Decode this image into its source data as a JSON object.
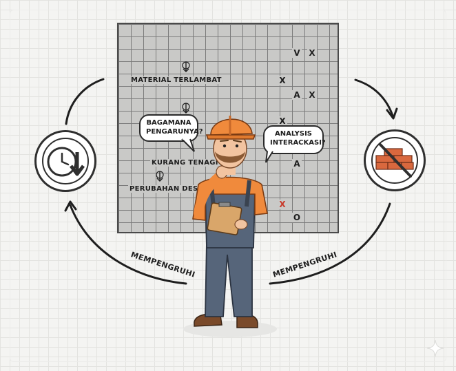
{
  "board": {
    "labels": {
      "material_late": "MATERIAL TERLAMBAT",
      "labor_shortage": "KURANG TENAGI",
      "design_change": "PERUBAHAN DESAIN"
    },
    "marks": [
      {
        "id": "m1",
        "text": "V"
      },
      {
        "id": "m2",
        "text": "X"
      },
      {
        "id": "m3",
        "text": "X"
      },
      {
        "id": "m4",
        "text": "A"
      },
      {
        "id": "m5",
        "text": "X"
      },
      {
        "id": "m6",
        "text": "X"
      },
      {
        "id": "m7",
        "text": "A"
      },
      {
        "id": "m8",
        "text": "X"
      },
      {
        "id": "m9",
        "text": "O"
      }
    ]
  },
  "bubbles": {
    "left": "BAGAMANA\nPENGARUNYA?",
    "right": "ANALYSIS\nINTERACKASI?"
  },
  "cycle_labels": {
    "left": "MEMPENGRUHI",
    "right": "MEMPENGRUHI"
  },
  "icons": {
    "left": "schedule-delay-clock-icon",
    "right": "no-bricks-icon"
  },
  "colors": {
    "helmet": "#f08a3c",
    "shirt": "#f08a3c",
    "overalls": "#56657a",
    "bricks": "#d9683e",
    "red_mark": "#c83a2a"
  }
}
